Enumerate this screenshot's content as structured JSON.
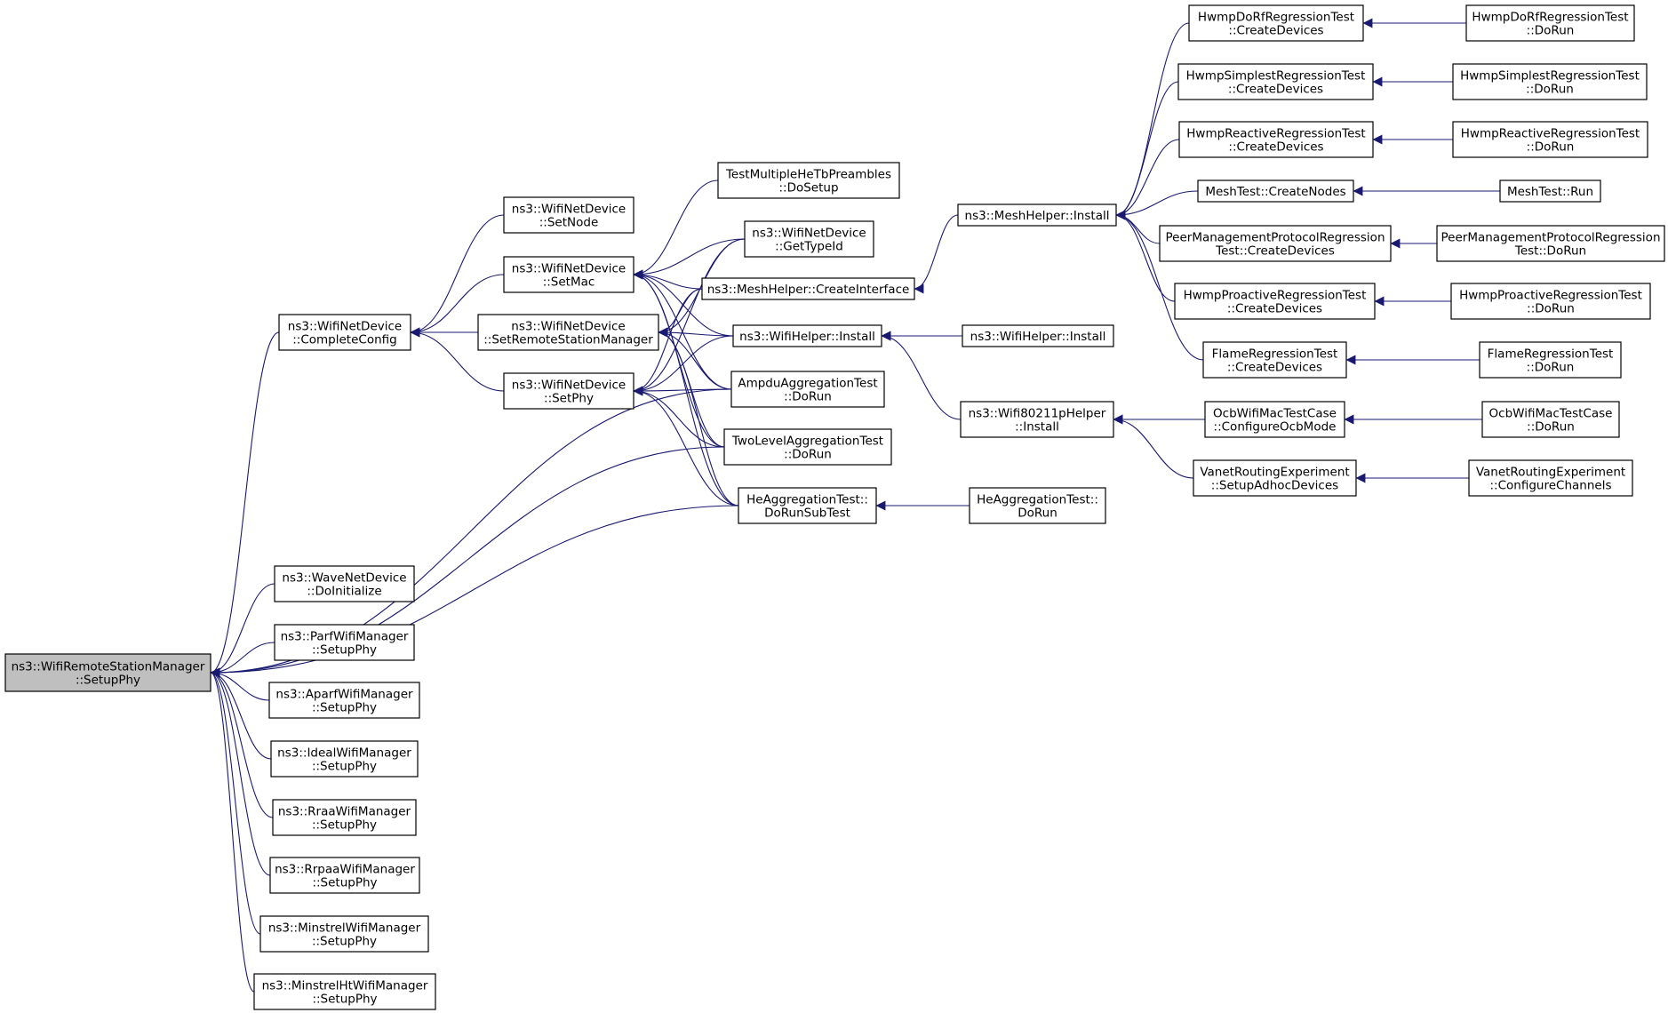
{
  "diagram": {
    "kind": "caller graph",
    "colors": {
      "edge": "#191970",
      "node_fill": "#ffffff",
      "root_fill": "#bfbfbf",
      "border": "#000000"
    },
    "nodes": [
      {
        "id": "root",
        "lines": [
          "ns3::WifiRemoteStationManager",
          "::SetupPhy"
        ],
        "root": true
      },
      {
        "id": "cc",
        "lines": [
          "ns3::WifiNetDevice",
          "::CompleteConfig"
        ]
      },
      {
        "id": "wave",
        "lines": [
          "ns3::WaveNetDevice",
          "::DoInitialize"
        ]
      },
      {
        "id": "parf",
        "lines": [
          "ns3::ParfWifiManager",
          "::SetupPhy"
        ]
      },
      {
        "id": "aparf",
        "lines": [
          "ns3::AparfWifiManager",
          "::SetupPhy"
        ]
      },
      {
        "id": "ideal",
        "lines": [
          "ns3::IdealWifiManager",
          "::SetupPhy"
        ]
      },
      {
        "id": "rraa",
        "lines": [
          "ns3::RraaWifiManager",
          "::SetupPhy"
        ]
      },
      {
        "id": "rrpaa",
        "lines": [
          "ns3::RrpaaWifiManager",
          "::SetupPhy"
        ]
      },
      {
        "id": "minstrel",
        "lines": [
          "ns3::MinstrelWifiManager",
          "::SetupPhy"
        ]
      },
      {
        "id": "minstrelht",
        "lines": [
          "ns3::MinstrelHtWifiManager",
          "::SetupPhy"
        ]
      },
      {
        "id": "setnode",
        "lines": [
          "ns3::WifiNetDevice",
          "::SetNode"
        ]
      },
      {
        "id": "setmac",
        "lines": [
          "ns3::WifiNetDevice",
          "::SetMac"
        ]
      },
      {
        "id": "setrsm",
        "lines": [
          "ns3::WifiNetDevice",
          "::SetRemoteStationManager"
        ]
      },
      {
        "id": "setphy",
        "lines": [
          "ns3::WifiNetDevice",
          "::SetPhy"
        ]
      },
      {
        "id": "tmhe",
        "lines": [
          "TestMultipleHeTbPreambles",
          "::DoSetup"
        ]
      },
      {
        "id": "gettype",
        "lines": [
          "ns3::WifiNetDevice",
          "::GetTypeId"
        ]
      },
      {
        "id": "meshci",
        "lines": [
          "ns3::MeshHelper::CreateInterface"
        ]
      },
      {
        "id": "wifiinst",
        "lines": [
          "ns3::WifiHelper::Install"
        ]
      },
      {
        "id": "ampdu",
        "lines": [
          "AmpduAggregationTest",
          "::DoRun"
        ]
      },
      {
        "id": "twolevel",
        "lines": [
          "TwoLevelAggregationTest",
          "::DoRun"
        ]
      },
      {
        "id": "heagg",
        "lines": [
          "HeAggregationTest::",
          "DoRunSubTest"
        ]
      },
      {
        "id": "heaggrun",
        "lines": [
          "HeAggregationTest::",
          "DoRun"
        ]
      },
      {
        "id": "wifiinst2",
        "lines": [
          "ns3::WifiHelper::Install"
        ]
      },
      {
        "id": "w80211p",
        "lines": [
          "ns3::Wifi80211pHelper",
          "::Install"
        ]
      },
      {
        "id": "meshinst",
        "lines": [
          "ns3::MeshHelper::Install"
        ]
      },
      {
        "id": "hdrf",
        "lines": [
          "HwmpDoRfRegressionTest",
          "::CreateDevices"
        ]
      },
      {
        "id": "hsimple",
        "lines": [
          "HwmpSimplestRegressionTest",
          "::CreateDevices"
        ]
      },
      {
        "id": "hreact",
        "lines": [
          "HwmpReactiveRegressionTest",
          "::CreateDevices"
        ]
      },
      {
        "id": "meshcn",
        "lines": [
          "MeshTest::CreateNodes"
        ]
      },
      {
        "id": "peer",
        "lines": [
          "PeerManagementProtocolRegression",
          "Test::CreateDevices"
        ]
      },
      {
        "id": "hproact",
        "lines": [
          "HwmpProactiveRegressionTest",
          "::CreateDevices"
        ]
      },
      {
        "id": "flame",
        "lines": [
          "FlameRegressionTest",
          "::CreateDevices"
        ]
      },
      {
        "id": "ocb",
        "lines": [
          "OcbWifiMacTestCase",
          "::ConfigureOcbMode"
        ]
      },
      {
        "id": "vanet",
        "lines": [
          "VanetRoutingExperiment",
          "::SetupAdhocDevices"
        ]
      },
      {
        "id": "hdrfrun",
        "lines": [
          "HwmpDoRfRegressionTest",
          "::DoRun"
        ]
      },
      {
        "id": "hsimplerun",
        "lines": [
          "HwmpSimplestRegressionTest",
          "::DoRun"
        ]
      },
      {
        "id": "hreactrun",
        "lines": [
          "HwmpReactiveRegressionTest",
          "::DoRun"
        ]
      },
      {
        "id": "meshrun",
        "lines": [
          "MeshTest::Run"
        ]
      },
      {
        "id": "peerrun",
        "lines": [
          "PeerManagementProtocolRegression",
          "Test::DoRun"
        ]
      },
      {
        "id": "hproactrun",
        "lines": [
          "HwmpProactiveRegressionTest",
          "::DoRun"
        ]
      },
      {
        "id": "flamerun",
        "lines": [
          "FlameRegressionTest",
          "::DoRun"
        ]
      },
      {
        "id": "ocbrun",
        "lines": [
          "OcbWifiMacTestCase",
          "::DoRun"
        ]
      },
      {
        "id": "vanetcc",
        "lines": [
          "VanetRoutingExperiment",
          "::ConfigureChannels"
        ]
      }
    ],
    "edges": [
      [
        "cc",
        "root"
      ],
      [
        "wave",
        "root"
      ],
      [
        "parf",
        "root"
      ],
      [
        "aparf",
        "root"
      ],
      [
        "ideal",
        "root"
      ],
      [
        "rraa",
        "root"
      ],
      [
        "rrpaa",
        "root"
      ],
      [
        "minstrel",
        "root"
      ],
      [
        "minstrelht",
        "root"
      ],
      [
        "ampdu",
        "root"
      ],
      [
        "twolevel",
        "root"
      ],
      [
        "heagg",
        "root"
      ],
      [
        "setnode",
        "cc"
      ],
      [
        "setmac",
        "cc"
      ],
      [
        "setrsm",
        "cc"
      ],
      [
        "setphy",
        "cc"
      ],
      [
        "tmhe",
        "setmac"
      ],
      [
        "gettype",
        "setmac"
      ],
      [
        "meshci",
        "setmac"
      ],
      [
        "wifiinst",
        "setmac"
      ],
      [
        "ampdu",
        "setmac"
      ],
      [
        "twolevel",
        "setmac"
      ],
      [
        "heagg",
        "setmac"
      ],
      [
        "gettype",
        "setrsm"
      ],
      [
        "meshci",
        "setrsm"
      ],
      [
        "wifiinst",
        "setrsm"
      ],
      [
        "ampdu",
        "setrsm"
      ],
      [
        "twolevel",
        "setrsm"
      ],
      [
        "heagg",
        "setrsm"
      ],
      [
        "gettype",
        "setphy"
      ],
      [
        "meshci",
        "setphy"
      ],
      [
        "wifiinst",
        "setphy"
      ],
      [
        "ampdu",
        "setphy"
      ],
      [
        "twolevel",
        "setphy"
      ],
      [
        "heagg",
        "setphy"
      ],
      [
        "meshinst",
        "meshci"
      ],
      [
        "wifiinst2",
        "wifiinst"
      ],
      [
        "w80211p",
        "wifiinst"
      ],
      [
        "heaggrun",
        "heagg"
      ],
      [
        "hdrf",
        "meshinst"
      ],
      [
        "hsimple",
        "meshinst"
      ],
      [
        "hreact",
        "meshinst"
      ],
      [
        "meshcn",
        "meshinst"
      ],
      [
        "peer",
        "meshinst"
      ],
      [
        "hproact",
        "meshinst"
      ],
      [
        "flame",
        "meshinst"
      ],
      [
        "ocb",
        "w80211p"
      ],
      [
        "vanet",
        "w80211p"
      ],
      [
        "hdrfrun",
        "hdrf"
      ],
      [
        "hsimplerun",
        "hsimple"
      ],
      [
        "hreactrun",
        "hreact"
      ],
      [
        "meshrun",
        "meshcn"
      ],
      [
        "peerrun",
        "peer"
      ],
      [
        "hproactrun",
        "hproact"
      ],
      [
        "flamerun",
        "flame"
      ],
      [
        "ocbrun",
        "ocb"
      ],
      [
        "vanetcc",
        "vanet"
      ]
    ]
  }
}
